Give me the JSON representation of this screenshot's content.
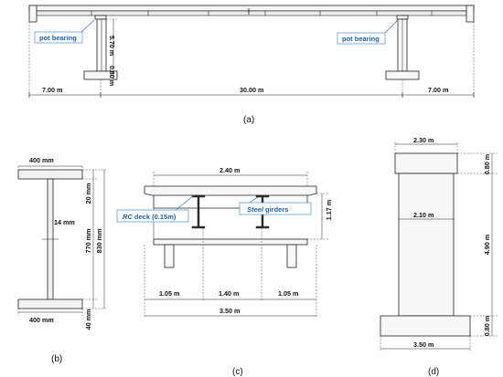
{
  "panel_a": {
    "caption": "(a)",
    "callout_left": "pot bearing",
    "callout_right": "pot bearing",
    "dim_pier_height": "5.70 m",
    "dim_footing_height": "0.80 m",
    "dim_left_span": "7.00 m",
    "dim_main_span": "30.00 m",
    "dim_right_span": "7.00 m"
  },
  "panel_b": {
    "caption": "(b)",
    "dim_top_flange": "400 mm",
    "dim_bottom_flange": "400 mm",
    "dim_web": "14 mm",
    "dim_top_thickness": "20 mm",
    "dim_web_height": "770 mm",
    "dim_total_height": "830 mm",
    "dim_bottom_thickness": "40 mm"
  },
  "panel_c": {
    "caption": "(c)",
    "dim_deck_width": "2.40 m",
    "dim_height": "1.17 m",
    "dim_left": "1.05 m",
    "dim_center": "1.40 m",
    "dim_right": "1.05 m",
    "dim_total": "3.50 m",
    "callout_deck_em": "RC",
    "callout_deck_rest": " deck (0.15m)",
    "callout_girder_em": "Steel",
    "callout_girder_rest": " girders"
  },
  "panel_d": {
    "caption": "(d)",
    "dim_cap_width": "2.30 m",
    "dim_cap_height": "0.80 m",
    "dim_column_width": "2.10 m",
    "dim_column_height": "4.90 m",
    "dim_footing_height": "0.80 m",
    "dim_footing_width": "3.50 m"
  }
}
